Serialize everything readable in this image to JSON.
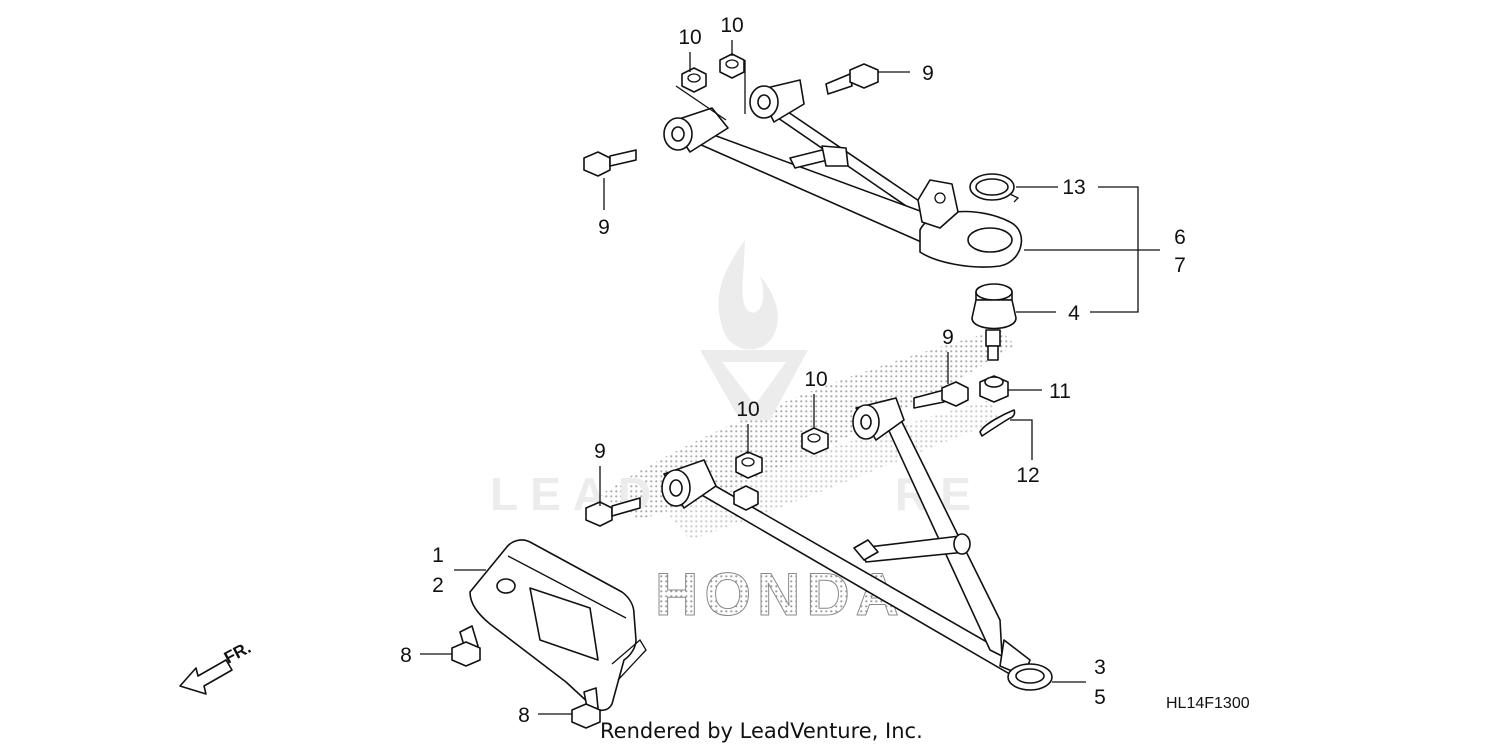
{
  "diagram": {
    "diagram_code": "HL14F1300",
    "credit": "Rendered by LeadVenture, Inc.",
    "direction_marker": "FR.",
    "watermark": {
      "brand_wordmark": "HONDA",
      "dealer_wordmark": "LEADVENTURE"
    },
    "callouts": [
      {
        "id": "c1",
        "text": "1"
      },
      {
        "id": "c2",
        "text": "2"
      },
      {
        "id": "c3",
        "text": "3"
      },
      {
        "id": "c4",
        "text": "4"
      },
      {
        "id": "c5",
        "text": "5"
      },
      {
        "id": "c6",
        "text": "6"
      },
      {
        "id": "c7",
        "text": "7"
      },
      {
        "id": "c8a",
        "text": "8"
      },
      {
        "id": "c8b",
        "text": "8"
      },
      {
        "id": "c9a",
        "text": "9"
      },
      {
        "id": "c9b",
        "text": "9"
      },
      {
        "id": "c9c",
        "text": "9"
      },
      {
        "id": "c9d",
        "text": "9"
      },
      {
        "id": "c10a",
        "text": "10"
      },
      {
        "id": "c10b",
        "text": "10"
      },
      {
        "id": "c10c",
        "text": "10"
      },
      {
        "id": "c10d",
        "text": "10"
      },
      {
        "id": "c11",
        "text": "11"
      },
      {
        "id": "c12",
        "text": "12"
      },
      {
        "id": "c13",
        "text": "13"
      }
    ]
  }
}
